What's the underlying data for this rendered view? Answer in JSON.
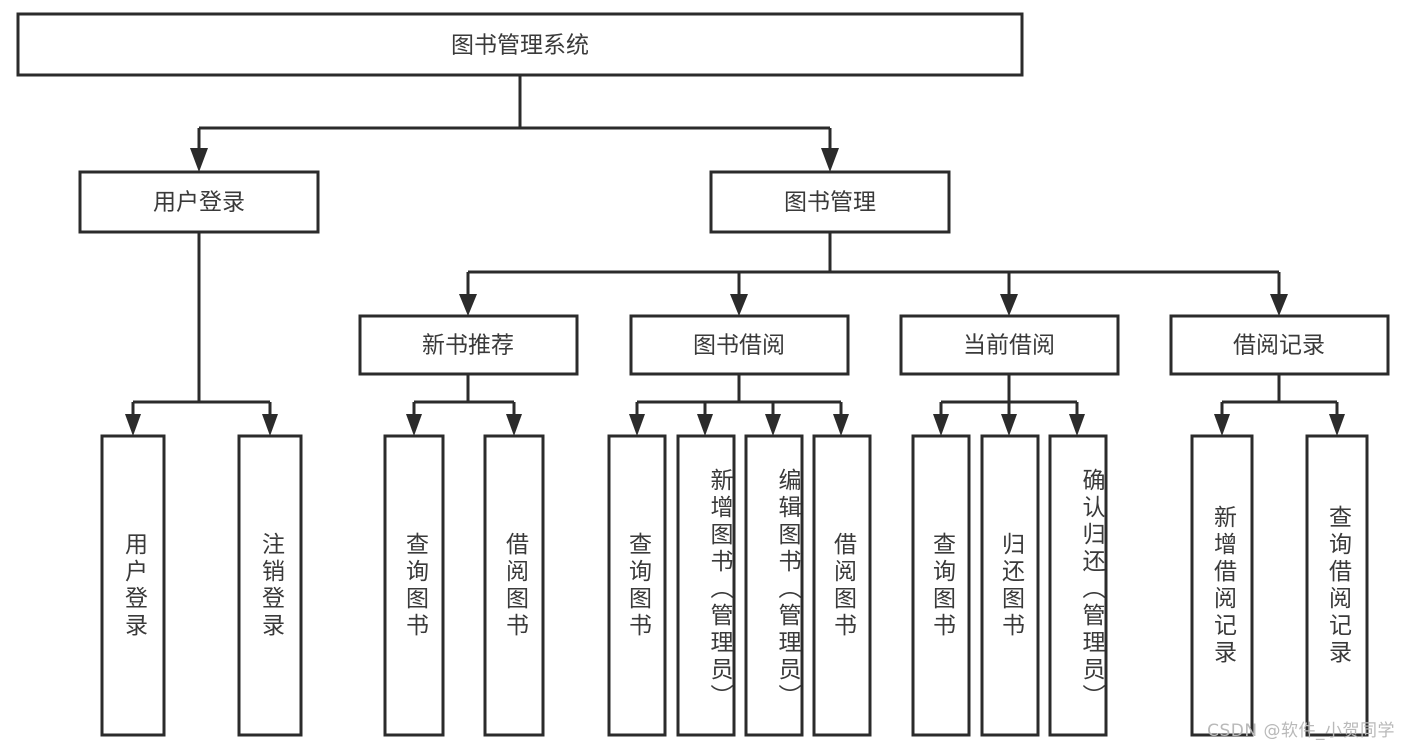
{
  "diagram": {
    "title": "图书管理系统",
    "type": "tree",
    "orientation": "top-down",
    "colors": {
      "box_stroke": "#2b2b2b",
      "box_fill": "#ffffff",
      "text": "#3a3a3a",
      "connector": "#2b2b2b",
      "background": "#ffffff",
      "watermark": "#b9b9b9"
    },
    "root": {
      "id": "root",
      "label": "图书管理系统"
    },
    "level2": [
      {
        "id": "user-login",
        "label": "用户登录"
      },
      {
        "id": "book-management",
        "label": "图书管理"
      }
    ],
    "level3": [
      {
        "id": "new-book-recommend",
        "label": "新书推荐",
        "parent": "book-management"
      },
      {
        "id": "book-borrow",
        "label": "图书借阅",
        "parent": "book-management"
      },
      {
        "id": "current-borrow",
        "label": "当前借阅",
        "parent": "book-management"
      },
      {
        "id": "borrow-record",
        "label": "借阅记录",
        "parent": "book-management"
      }
    ],
    "leaves": [
      {
        "id": "leaf-user-login",
        "label": "用户登录",
        "parent": "user-login"
      },
      {
        "id": "leaf-logout",
        "label": "注销登录",
        "parent": "user-login"
      },
      {
        "id": "leaf-query-book-1",
        "label": "查询图书",
        "parent": "new-book-recommend"
      },
      {
        "id": "leaf-borrow-book-1",
        "label": "借阅图书",
        "parent": "new-book-recommend"
      },
      {
        "id": "leaf-query-book-2",
        "label": "查询图书",
        "parent": "book-borrow"
      },
      {
        "id": "leaf-add-book",
        "label": "新增图书（管理员）",
        "parent": "book-borrow"
      },
      {
        "id": "leaf-edit-book",
        "label": "编辑图书（管理员）",
        "parent": "book-borrow"
      },
      {
        "id": "leaf-borrow-book-2",
        "label": "借阅图书",
        "parent": "book-borrow"
      },
      {
        "id": "leaf-query-book-3",
        "label": "查询图书",
        "parent": "current-borrow"
      },
      {
        "id": "leaf-return-book",
        "label": "归还图书",
        "parent": "current-borrow"
      },
      {
        "id": "leaf-confirm-return",
        "label": "确认归还（管理员）",
        "parent": "current-borrow"
      },
      {
        "id": "leaf-add-record",
        "label": "新增借阅记录",
        "parent": "borrow-record"
      },
      {
        "id": "leaf-query-record",
        "label": "查询借阅记录",
        "parent": "borrow-record"
      }
    ]
  },
  "watermark": {
    "text": "CSDN @软件_小贺同学"
  }
}
